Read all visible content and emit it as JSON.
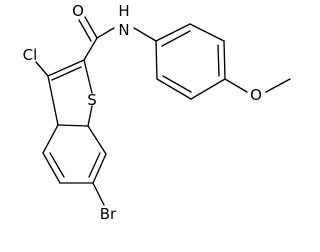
{
  "molecule": {
    "atoms": {
      "oxygen_carbonyl": "O",
      "amide_nitrogen": "N",
      "amide_hydrogen": "H",
      "chlorine": "Cl",
      "sulfur": "S",
      "bromine": "Br",
      "methoxy_oxygen": "O"
    }
  },
  "colors": {
    "ink": "#000000",
    "background": "#ffffff"
  }
}
